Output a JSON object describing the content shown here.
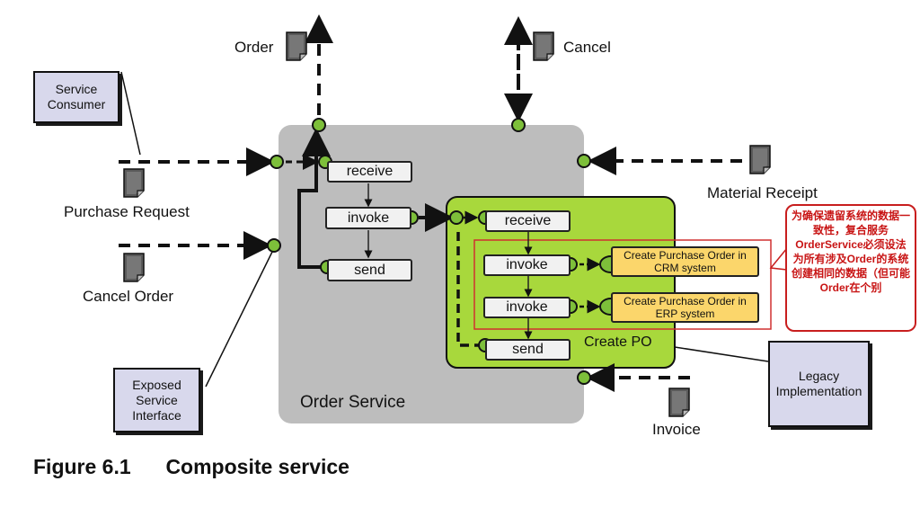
{
  "diagram": {
    "messages": {
      "order": "Order",
      "cancel": "Cancel",
      "purchase_request": "Purchase Request",
      "cancel_order": "Cancel Order",
      "material_receipt": "Material Receipt",
      "invoice": "Invoice"
    },
    "external": {
      "service_consumer": "Service Consumer",
      "exposed_service_interface": "Exposed Service Interface",
      "legacy_implementation": "Legacy Implementation"
    },
    "order_service": {
      "title": "Order Service",
      "receive": "receive",
      "invoke": "invoke",
      "send": "send"
    },
    "create_po": {
      "title": "Create PO",
      "receive": "receive",
      "invoke_crm": "invoke",
      "invoke_erp": "invoke",
      "send": "send",
      "crm_task": "Create Purchase Order in CRM system",
      "erp_task": "Create Purchase Order in ERP system"
    },
    "annotation": "为确保遗留系统的数据一致性，复合服务OrderService必须设法为所有涉及Order的系统创建相同的数据（但可能Order在个别"
  },
  "caption": {
    "number": "Figure 6.1",
    "title": "Composite service"
  },
  "colors": {
    "order_service_bg": "#bdbdbd",
    "create_po_bg": "#a8d83c",
    "port_green": "#7dbf3a",
    "external_box": "#d8d8ec",
    "task_box": "#fbd66b",
    "annotation_red": "#c81e1e"
  }
}
